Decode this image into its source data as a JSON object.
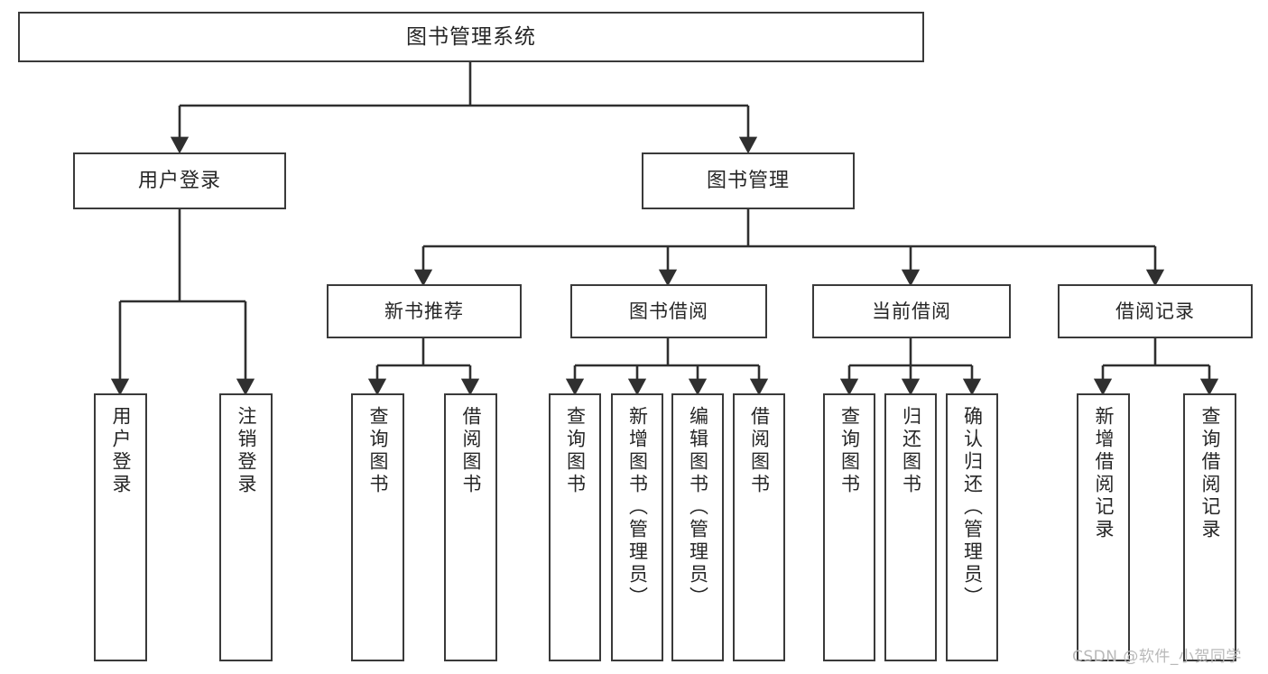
{
  "diagram": {
    "title": "图书管理系统",
    "root": {
      "label": "图书管理系统"
    },
    "level2": [
      {
        "label": "用户登录"
      },
      {
        "label": "图书管理"
      }
    ],
    "level3": [
      {
        "label": "新书推荐"
      },
      {
        "label": "图书借阅"
      },
      {
        "label": "当前借阅"
      },
      {
        "label": "借阅记录"
      }
    ],
    "leaves": {
      "user_login": [
        {
          "label": "用户登录"
        },
        {
          "label": "注销登录"
        }
      ],
      "new_book_recommend": [
        {
          "label": "查询图书"
        },
        {
          "label": "借阅图书"
        }
      ],
      "book_borrow": [
        {
          "label": "查询图书"
        },
        {
          "label": "新增图书（管理员）"
        },
        {
          "label": "编辑图书（管理员）"
        },
        {
          "label": "借阅图书"
        }
      ],
      "current_borrow": [
        {
          "label": "查询图书"
        },
        {
          "label": "归还图书"
        },
        {
          "label": "确认归还（管理员）"
        }
      ],
      "borrow_record": [
        {
          "label": "新增借阅记录"
        },
        {
          "label": "查询借阅记录"
        }
      ]
    }
  },
  "watermark": {
    "text": "CSDN @软件_小贺同学"
  },
  "colors": {
    "background": "#ffffff",
    "box_border": "#3a3a3a",
    "connector": "#2f2f2f",
    "text": "#262626",
    "watermark": "#b9b9b9"
  }
}
